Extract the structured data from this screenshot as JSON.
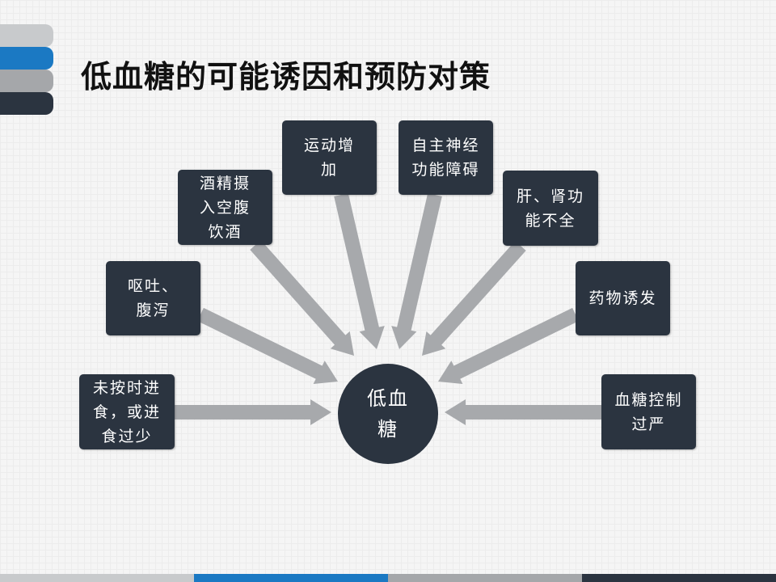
{
  "slide": {
    "title": "低血糖的可能诱因和预防对策",
    "tab_colors": [
      "#c8cacc",
      "#1b79c3",
      "#a5a7aa",
      "#2b3440"
    ],
    "bottom_bar_colors": [
      "#c8cacc",
      "#1b79c3",
      "#a5a7aa",
      "#2b3440"
    ],
    "box_color": "#2b3440",
    "arrow_color": "#a7a9ac"
  },
  "diagram": {
    "center": "低血\n糖",
    "causes": [
      "未按时进\n食，或进\n食过少",
      "呕吐、\n腹泻",
      "酒精摄\n入空腹\n饮酒",
      "运动增\n加",
      "自主神经\n功能障碍",
      "肝、肾功\n能不全",
      "药物诱发",
      "血糖控制\n过严"
    ]
  }
}
